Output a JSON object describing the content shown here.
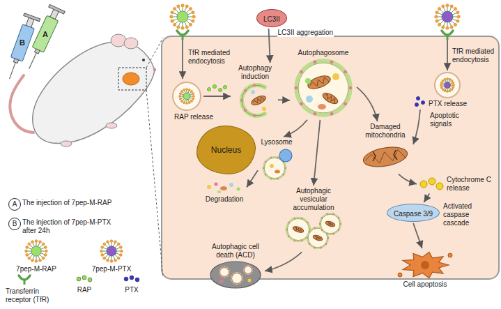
{
  "diagram": {
    "nodes": [
      {
        "text": [
          "A"
        ]
      },
      {
        "text": [
          "B"
        ]
      },
      {
        "text": [
          "LC3II"
        ]
      },
      {
        "text": [
          "Autophagy induction"
        ]
      },
      {
        "text": [
          "Autophagosome"
        ]
      },
      {
        "text": [
          "Nucleus"
        ]
      },
      {
        "text": [
          "Lysosome"
        ]
      },
      {
        "text": [
          "Damaged mitochondria"
        ]
      },
      {
        "text": [
          "Degradation"
        ]
      },
      {
        "text": [
          "Autophagic vesicular accumulation"
        ]
      },
      {
        "text": [
          "Cytochrome C release"
        ]
      },
      {
        "text": [
          "Caspase 3/9"
        ]
      },
      {
        "text": [
          "Autophagic cell death (ACD)"
        ]
      },
      {
        "text": [
          "Cell apoptosis"
        ]
      }
    ],
    "edges": [
      {
        "from": 2,
        "to": 3,
        "arrow": "to",
        "label": "LC3II aggregation"
      },
      {
        "from": 3,
        "to": 4,
        "arrow": "to"
      },
      {
        "from": 4,
        "to": 6,
        "arrow": "to"
      },
      {
        "from": 6,
        "to": 8,
        "arrow": "to"
      },
      {
        "from": 4,
        "to": 9,
        "arrow": "to"
      },
      {
        "from": 4,
        "to": 7,
        "arrow": "to"
      },
      {
        "from": 7,
        "to": 10,
        "arrow": "to"
      },
      {
        "from": 10,
        "to": 11,
        "arrow": "to"
      },
      {
        "from": 9,
        "to": 12,
        "arrow": "to"
      },
      {
        "from": 11,
        "to": 13,
        "arrow": "to"
      }
    ],
    "labels": [
      "A",
      "B",
      "TfR mediated endocytosis",
      "RAP release",
      "TfR mediated endocytosis",
      "PTX release",
      "Apoptotic signals",
      "Activated caspase cascade",
      "The injection of 7pep-M-RAP",
      "The injection of 7pep-M-PTX after 24h"
    ],
    "legend": [
      {
        "text": "7pep-M-RAP"
      },
      {
        "text": "7pep-M-PTX"
      },
      {
        "text": "Transferrin receptor (TfR)"
      },
      {
        "text": "RAP",
        "color": "#8ee04e"
      },
      {
        "text": "PTX",
        "color": "#3535c8"
      }
    ]
  }
}
